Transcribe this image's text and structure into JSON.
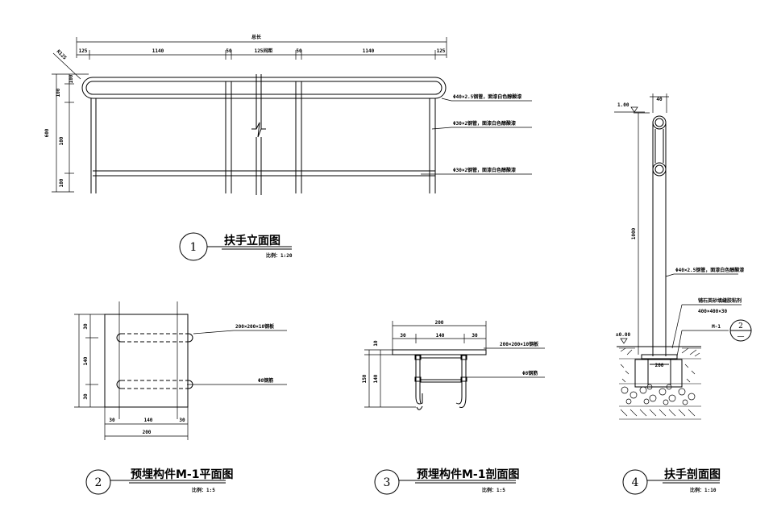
{
  "view1": {
    "title": "扶手立面图",
    "number": "1",
    "scale": "比例：1:20",
    "total_dim": "总长",
    "dims_top": [
      "125",
      "1140",
      "50",
      "125间距",
      "50",
      "1140",
      "125"
    ],
    "radius": "R125",
    "dims_left": [
      "100",
      "100",
      "600",
      "100",
      "100"
    ],
    "notes": [
      "Φ40×2.5钢管，面漆白色醇酸漆",
      "Φ30×2钢管，面漆白色醇酸漆",
      "Φ30×2钢管，面漆白色醇酸漆"
    ]
  },
  "view2": {
    "title": "预埋构件M-1平面图",
    "number": "2",
    "scale": "比例：1:5",
    "dims_left": [
      "30",
      "140",
      "30"
    ],
    "dims_bottom": [
      "30",
      "140",
      "30"
    ],
    "total_bottom": "200",
    "notes": [
      "200×200×10钢板",
      "Φ8钢筋"
    ]
  },
  "view3": {
    "title": "预埋构件M-1剖面图",
    "number": "3",
    "scale": "比例：1:5",
    "dims_top": [
      "30",
      "140",
      "30"
    ],
    "total_top": "200",
    "dims_left": [
      "10",
      "150",
      "140"
    ],
    "notes": [
      "200×200×10钢板",
      "Φ8钢筋"
    ]
  },
  "view4": {
    "title": "扶手剖面图",
    "number": "4",
    "scale": "比例：1:10",
    "level_top": "1.00",
    "level_ground": "±0.00",
    "dim_top": "40",
    "dim_height": "1000",
    "dim_base": "200",
    "notes": [
      "Φ40×2.5钢管，面漆白色醇酸漆",
      "铺石英砂填缝胶粘剂",
      "400×400×30"
    ],
    "ref_id": "M-1",
    "ref_num": "2",
    "ref_den": "—"
  }
}
